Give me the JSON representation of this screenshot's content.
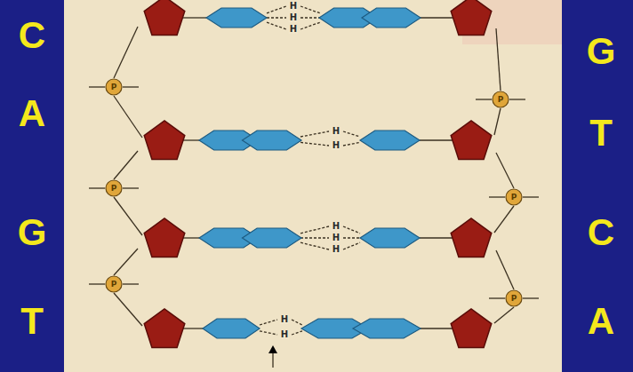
{
  "diagram": {
    "labels": [
      "C",
      "A",
      "G",
      "T",
      "G",
      "T",
      "C",
      "A",
      "H",
      "H",
      "H",
      "H",
      "H",
      "H",
      "H",
      "H",
      "H",
      "H",
      "P",
      "P",
      "P",
      "P",
      "P",
      "P"
    ]
  }
}
